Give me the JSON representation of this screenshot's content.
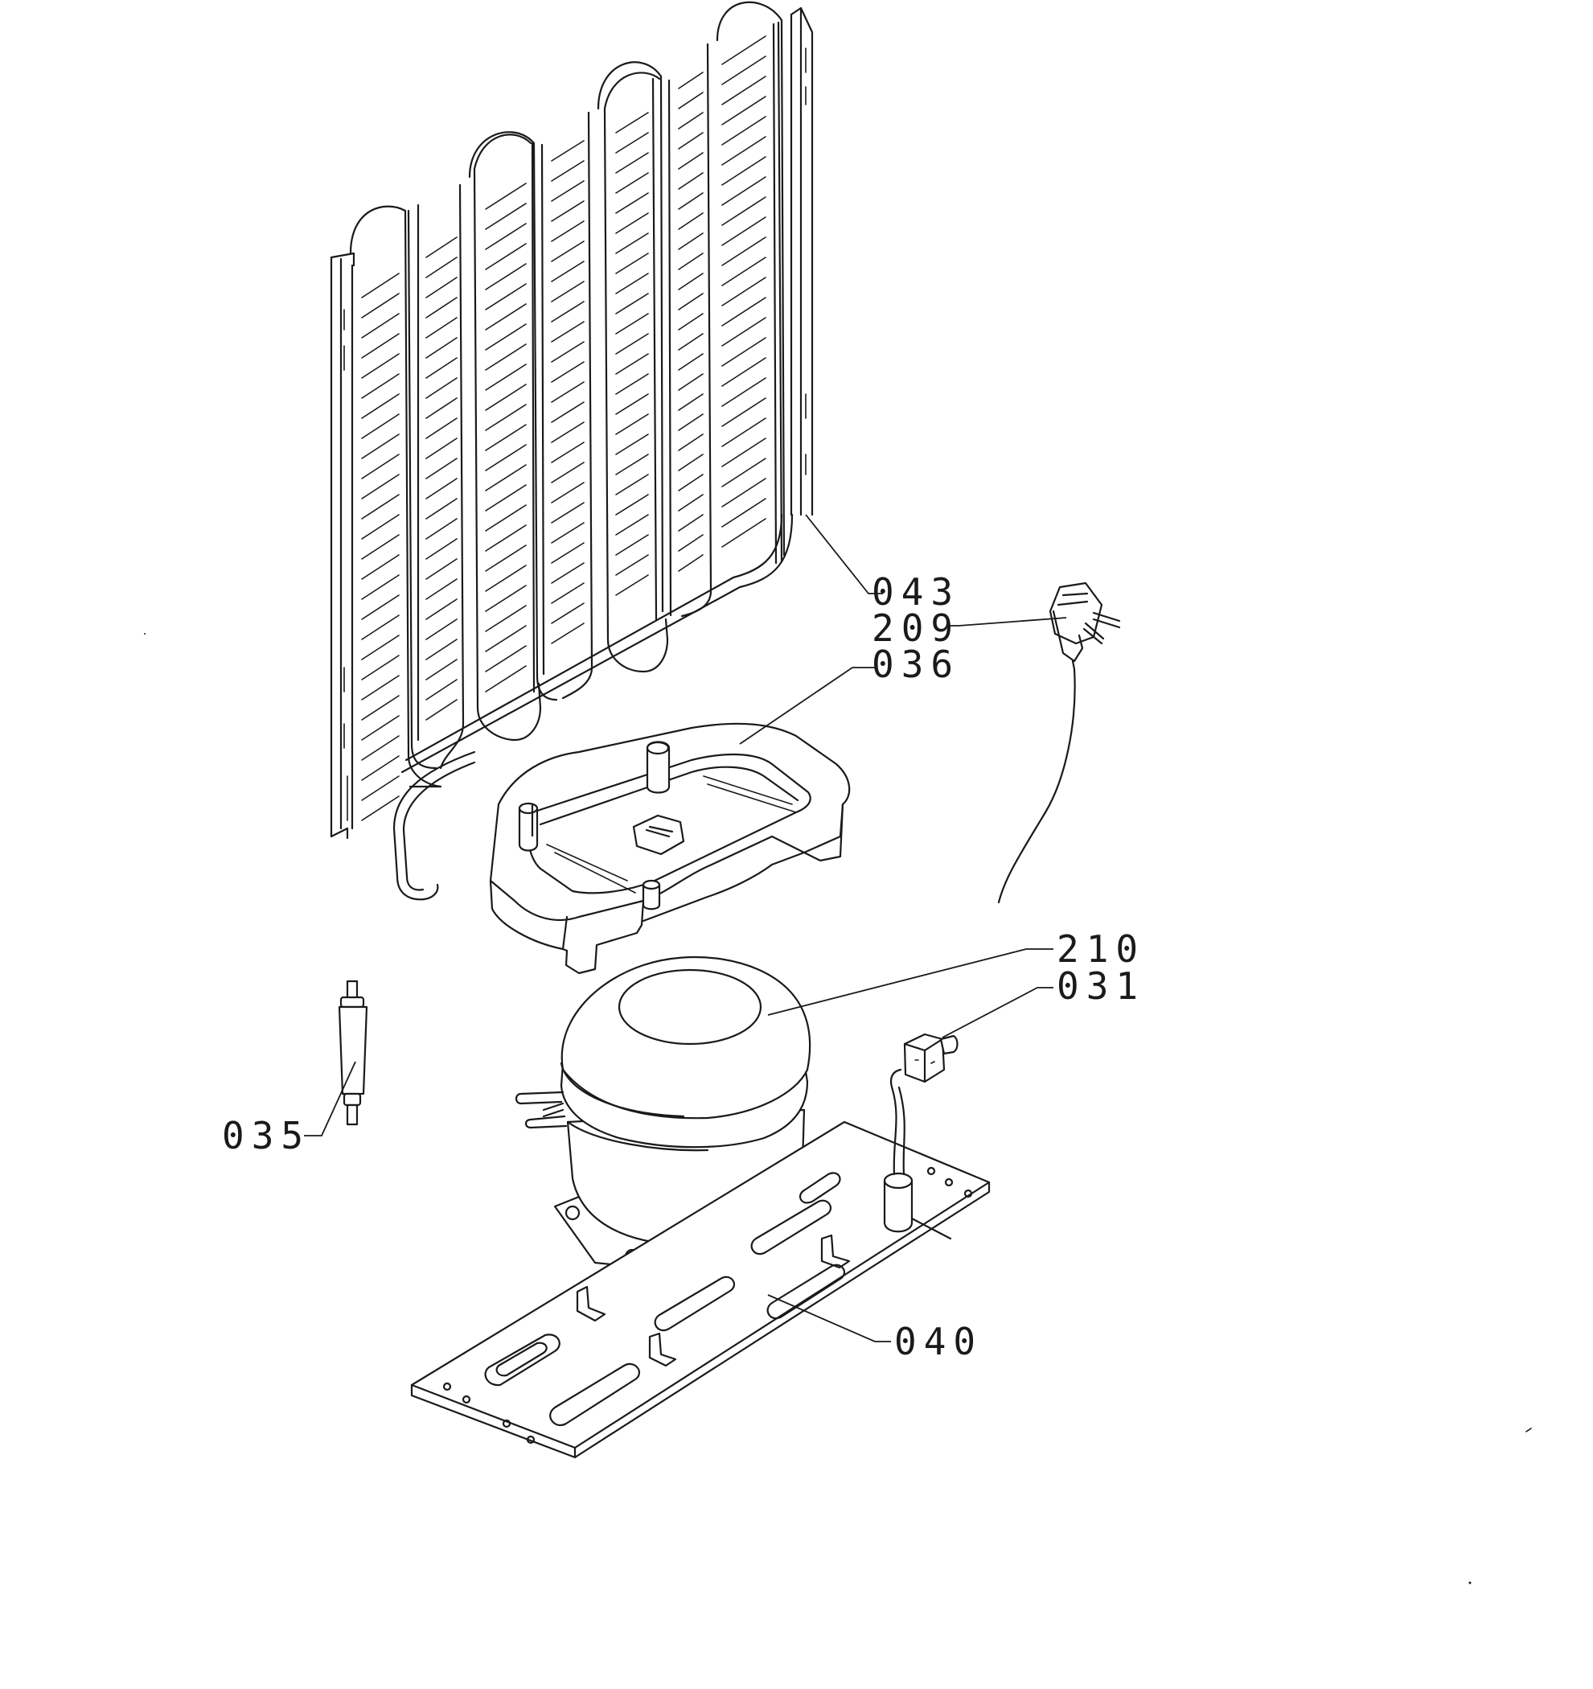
{
  "callouts": [
    {
      "id": "043",
      "label": "043",
      "part": "condenser"
    },
    {
      "id": "209",
      "label": "209",
      "part": "power-plug"
    },
    {
      "id": "036",
      "label": "036",
      "part": "compressor-tray"
    },
    {
      "id": "210",
      "label": "210",
      "part": "compressor"
    },
    {
      "id": "031",
      "label": "031",
      "part": "relay"
    },
    {
      "id": "035",
      "label": "035",
      "part": "filter-drier"
    },
    {
      "id": "040",
      "label": "040",
      "part": "mounting-plate"
    }
  ]
}
